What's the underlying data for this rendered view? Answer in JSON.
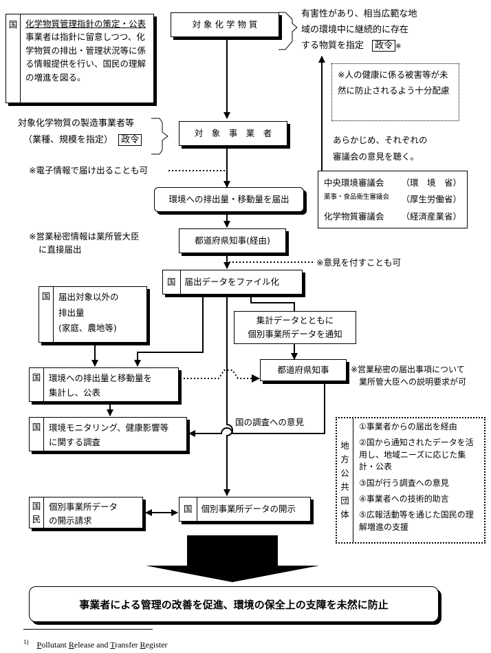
{
  "kuni": "国",
  "min": "民",
  "box_kuni_policy": {
    "title": "化学物質管理指針の策定・公表",
    "body": "事業者は指針に留意しつつ、化学物質の排出・管理状況等に係る情報提供を行い、国民の理解の増進を図る。"
  },
  "target_chemical": "対 象 化 学 物 質",
  "hazard_note_1": "有害性があり、相当広範な地",
  "hazard_note_2": "域の環境中に継続的に存在",
  "hazard_note_3": "する物質を指定",
  "seirei": "政令",
  "asterisk": "※",
  "health_note": "※人の健康に係る被害等が未然に防止されるよう十分配慮",
  "advance_note_1": "あらかじめ、それぞれの",
  "advance_note_2": "審議会の意見を聴く。",
  "councils": [
    {
      "name": "中央環境審議会",
      "ministry": "（環　境　省）"
    },
    {
      "name": "薬事・食品衛生審議会",
      "ministry": "（厚生労働省）"
    },
    {
      "name": "化学物質審議会",
      "ministry": "（経済産業省）"
    }
  ],
  "manufacturer_note_1": "対象化学物質の製造事業者等",
  "manufacturer_note_2": "（業種、規模を指定）",
  "target_business": "対　象　事　業　者",
  "electronic_note": "※電子情報で届け出ることも可",
  "report_amount": "環境への排出量・移動量を届出",
  "trade_secret_note_1": "※営業秘密情報は業所管大臣",
  "trade_secret_note_2": "に直接届出",
  "prefecture_via": "都道府県知事(経由)",
  "opinion_note": "※意見を付すことも可",
  "file_data": "届出データをファイル化",
  "non_target_1": "届出対象以外の",
  "non_target_2": "排出量",
  "non_target_3": "(家庭、農地等)",
  "notify_1": "集計データとともに",
  "notify_2": "個別事業所データを通知",
  "aggregate_1": "環境への排出量と移動量を",
  "aggregate_2": "集計し、公表",
  "prefecture": "都道府県知事",
  "secret_explain_1": "※営業秘密の届出事項について",
  "secret_explain_2": "業所管大臣への説明要求が可",
  "monitoring_1": "環境モニタリング、健康影響等",
  "monitoring_2": "に関する調査",
  "national_survey_opinion": "国の調査への意見",
  "local_gov_label": [
    "地",
    "方",
    "公",
    "共",
    "団",
    "体"
  ],
  "local_gov_items": [
    "①事業者からの届出を経由",
    "②国から通知されたデータを活用し、地域ニーズに応じた集計・公表",
    "③国が行う調査への意見",
    "④事業者への技術的助言",
    "⑤広報活動等を通じた国民の理解増進の支援"
  ],
  "disclosure_request_1": "個別事業所データ",
  "disclosure_request_2": "の開示請求",
  "disclosure": "個別事業所データの開示",
  "conclusion": "事業者による管理の改善を促進、環境の保全上の支障を未然に防止",
  "footnote_num": "1)",
  "footnote_p": "P",
  "footnote_ollutant": "ollutant ",
  "footnote_r": "R",
  "footnote_elease": "elease and ",
  "footnote_t": "T",
  "footnote_ransfer": "ransfer ",
  "footnote_r2": "R",
  "footnote_egister": "egister"
}
